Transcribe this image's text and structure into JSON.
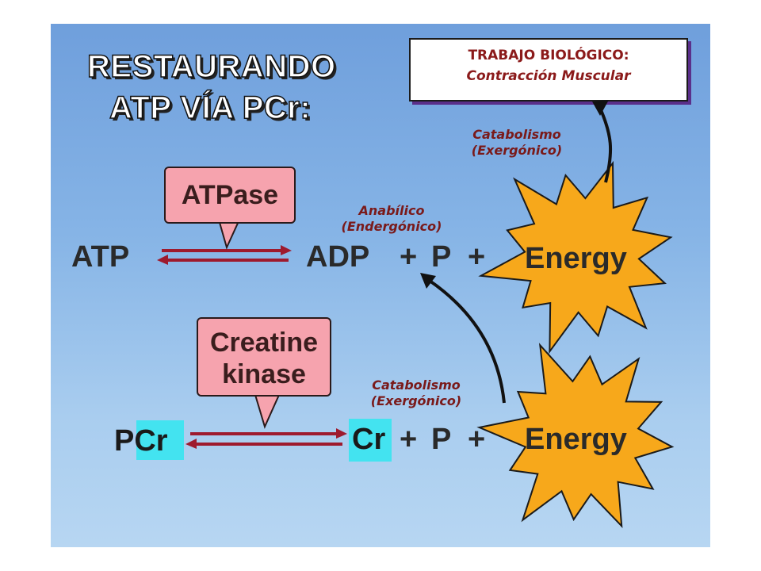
{
  "title": {
    "line1": "RESTAURANDO",
    "line2": "ATP VÍA PCr:"
  },
  "work_box": {
    "line1": "TRABAJO BIOLÓGICO:",
    "line2": "Contracción Muscular"
  },
  "labels": {
    "catabolism_top": [
      "Catabolismo",
      "(Exergónico)"
    ],
    "anabolism": [
      "Anabílico",
      "(Endergónico)"
    ],
    "catabolism_bottom": [
      "Catabolismo",
      "(Exergónico)"
    ]
  },
  "reaction1": {
    "enzyme": "ATPase",
    "reactant": "ATP",
    "product": "ADP",
    "plus1": "+",
    "phosphate": "P",
    "plus2": "+",
    "energy": "Energy"
  },
  "reaction2": {
    "enzyme_line1": "Creatine",
    "enzyme_line2": "kinase",
    "reactant": "PCr",
    "product": "Cr",
    "plus1": "+",
    "phosphate": "P",
    "plus2": "+",
    "energy": "Energy"
  },
  "colors": {
    "background": "#7fb0e4",
    "enzyme_box": "#f6a3ae",
    "starburst": "#f7a81b",
    "highlight": "#43e3f0",
    "label_text": "#7a1a1a"
  }
}
